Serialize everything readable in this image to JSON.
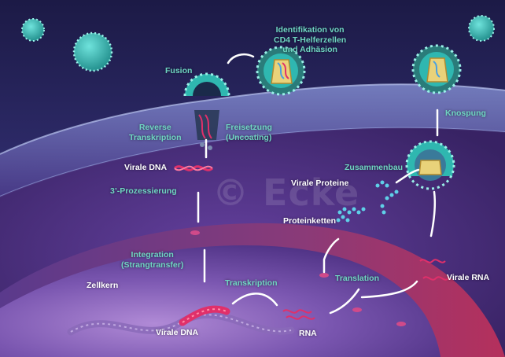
{
  "labels": {
    "identifikation": "Identifikation von\nCD4 T-Helferzellen\nund Adhäsion",
    "fusion": "Fusion",
    "reverse": "Reverse\nTranskription",
    "freisetzung": "Freisetzung\n(Uncoating)",
    "virale_dna_top": "Virale DNA",
    "prozessierung": "3’-Prozessierung",
    "integration": "Integration\n(Strangtransfer)",
    "zellkern": "Zellkern",
    "transkription": "Transkription",
    "virale_dna_bottom": "Virale DNA",
    "rna": "RNA",
    "translation": "Translation",
    "virale_rna": "Virale RNA",
    "proteinketten": "Proteinketten",
    "virale_proteine": "Virale Proteine",
    "zusammenbau": "Zusammenbau",
    "knospung": "Knospung"
  },
  "watermark": "© Ecke",
  "colors": {
    "step_label": "#6fd6c2",
    "thing_label": "#ffffff",
    "background": "#3a2260",
    "membrane": "#5b3f9a",
    "nucleus": "#9a2d5a",
    "virus": "#2fb7b0",
    "dna_strand": "#e0306a",
    "protein": "#5fd0e8"
  }
}
